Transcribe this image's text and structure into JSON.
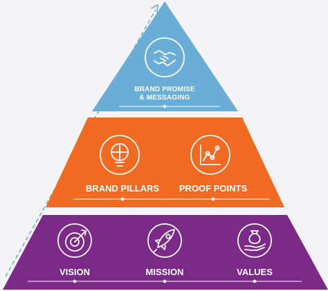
{
  "colors": {
    "top_tier": "#6aaed8",
    "middle_tier": "#f06a22",
    "bottom_tier": "#7b2a87",
    "arrow": "#6aaed8",
    "icon_stroke": "#ffffff"
  },
  "pyramid": {
    "top": {
      "label_line1": "BRAND PROMISE",
      "label_line2": "& MESSAGING",
      "icon": "handshake-icon"
    },
    "middle": {
      "items": [
        {
          "label": "BRAND PILLARS",
          "icon": "idea-puzzle-icon"
        },
        {
          "label": "PROOF POINTS",
          "icon": "line-chart-icon"
        }
      ]
    },
    "bottom": {
      "items": [
        {
          "label": "VISION",
          "icon": "target-icon"
        },
        {
          "label": "MISSION",
          "icon": "rocket-icon"
        },
        {
          "label": "VALUES",
          "icon": "money-bag-hand-icon"
        }
      ]
    }
  }
}
